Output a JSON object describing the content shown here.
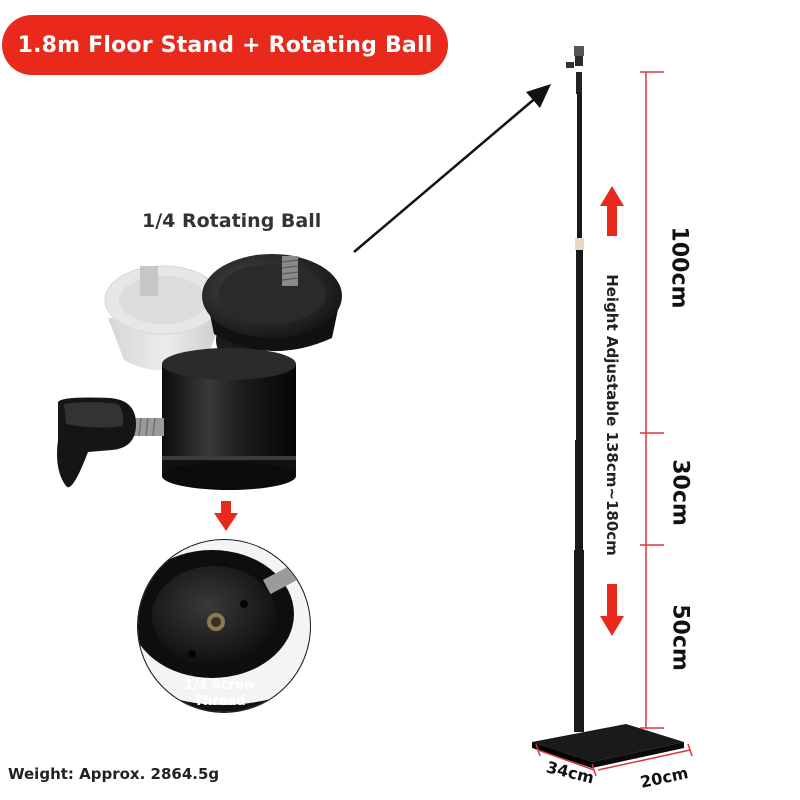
{
  "header": {
    "title": "1.8m Floor Stand + Rotating Ball"
  },
  "labels": {
    "rotating_ball": "1/4 Rotating Ball",
    "screw_thread_line1": "1/4 Screw",
    "screw_thread_line2": "Thread",
    "weight": "Weight: Approx. 2864.5g",
    "height_adjustable": "Height Adjustable 138cm~180cm"
  },
  "dimensions": {
    "segment_top": "100cm",
    "segment_middle": "30cm",
    "segment_bottom": "50cm",
    "base_length": "34cm",
    "base_width": "20cm"
  },
  "colors": {
    "accent_red": "#e8291c",
    "dimension_line": "#d9363e",
    "stand_black": "#1a1a1a"
  },
  "icons": [
    "arrow-up-icon",
    "arrow-down-icon",
    "pointer-arrow-icon"
  ]
}
